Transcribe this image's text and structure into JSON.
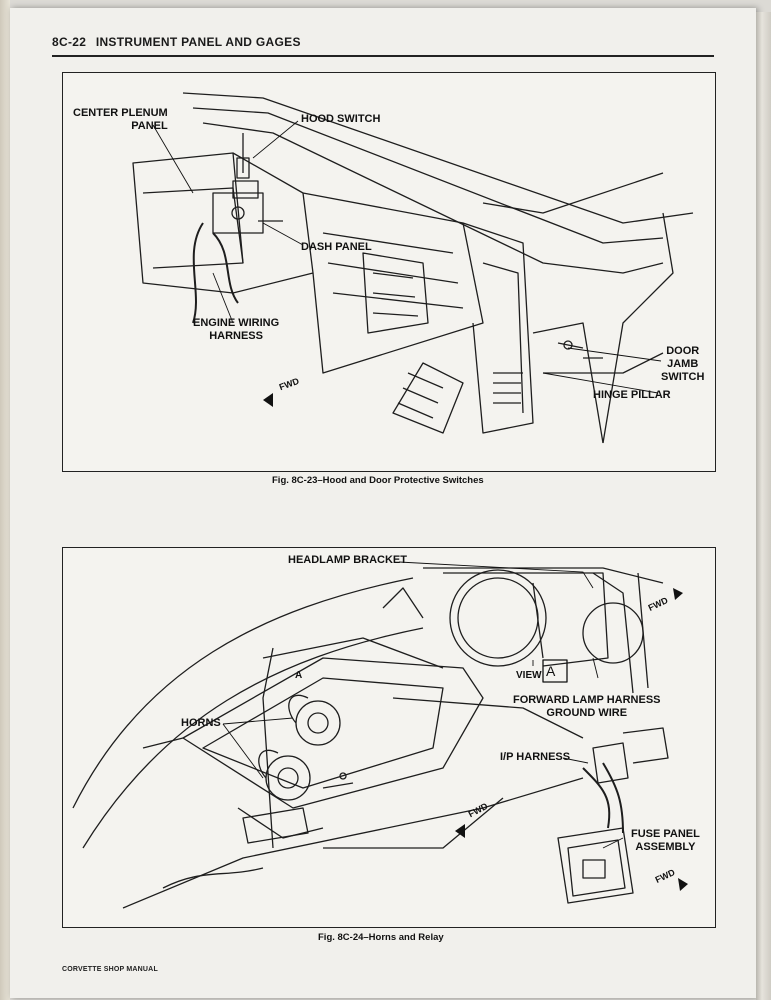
{
  "header": {
    "page_number": "8C-22",
    "title": "INSTRUMENT PANEL AND GAGES"
  },
  "figure1": {
    "caption": "Fig. 8C-23–Hood and Door Protective Switches",
    "labels": {
      "center_plenum_panel_1": "CENTER PLENUM",
      "center_plenum_panel_2": "PANEL",
      "hood_switch": "HOOD SWITCH",
      "dash_panel": "DASH PANEL",
      "engine_wiring_harness_1": "ENGINE WIRING",
      "engine_wiring_harness_2": "HARNESS",
      "door_jamb_switch_1": "DOOR",
      "door_jamb_switch_2": "JAMB",
      "door_jamb_switch_3": "SWITCH",
      "hinge_pillar": "HINGE PILLAR",
      "fwd": "FWD"
    }
  },
  "figure2": {
    "caption": "Fig. 8C-24–Horns and Relay",
    "labels": {
      "headlamp_bracket": "HEADLAMP BRACKET",
      "fwd_top": "FWD",
      "view": "VIEW",
      "view_letter": "A",
      "forward_lamp_1": "FORWARD LAMP HARNESS",
      "forward_lamp_2": "GROUND WIRE",
      "horns": "HORNS",
      "ip_harness": "I/P HARNESS",
      "fuse_panel_1": "FUSE PANEL",
      "fuse_panel_2": "ASSEMBLY",
      "fwd_mid": "FWD",
      "fwd_bottom": "FWD",
      "callout_a": "A"
    }
  },
  "footer": {
    "text": "CORVETTE SHOP MANUAL"
  }
}
